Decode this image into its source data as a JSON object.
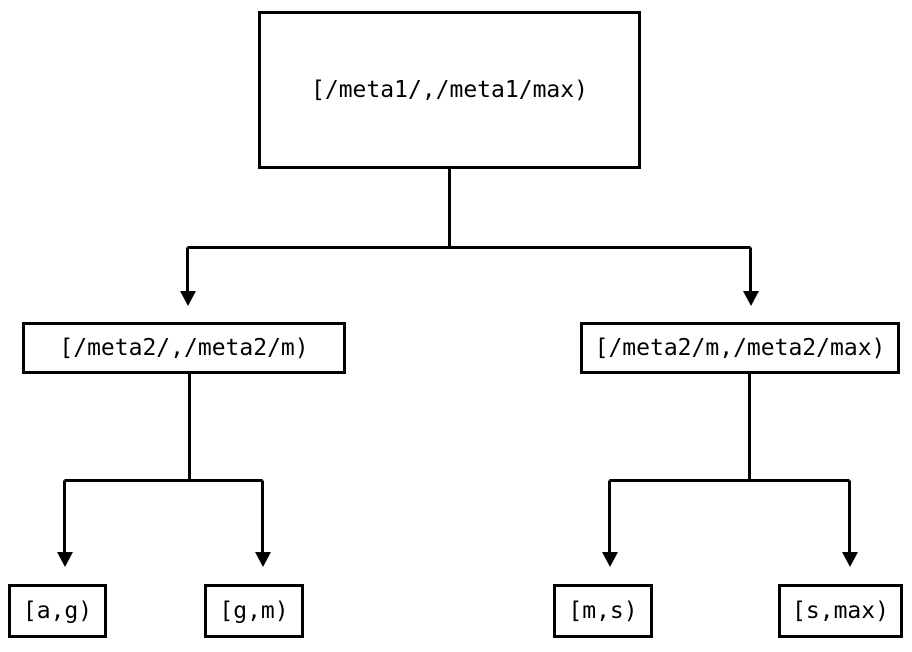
{
  "diagram": {
    "type": "tree",
    "title": "",
    "background_color": "#ffffff",
    "line_color": "#000000",
    "text_color": "#000000",
    "nodes": {
      "root": {
        "label": "[/meta1/,/meta1/max)"
      },
      "mid_left": {
        "label": "[/meta2/,/meta2/m)"
      },
      "mid_right": {
        "label": "[/meta2/m,/meta2/max)"
      },
      "leaf_ag": {
        "label": "[a,g)"
      },
      "leaf_gm": {
        "label": "[g,m)"
      },
      "leaf_ms": {
        "label": "[m,s)"
      },
      "leaf_smax": {
        "label": "[s,max)"
      }
    },
    "edges": [
      {
        "from": "root",
        "to": "mid_left",
        "arrow": "down-triangle"
      },
      {
        "from": "root",
        "to": "mid_right",
        "arrow": "down-triangle"
      },
      {
        "from": "mid_left",
        "to": "leaf_ag",
        "arrow": "down-triangle"
      },
      {
        "from": "mid_left",
        "to": "leaf_gm",
        "arrow": "down-triangle"
      },
      {
        "from": "mid_right",
        "to": "leaf_ms",
        "arrow": "down-triangle"
      },
      {
        "from": "mid_right",
        "to": "leaf_smax",
        "arrow": "down-triangle"
      }
    ]
  }
}
